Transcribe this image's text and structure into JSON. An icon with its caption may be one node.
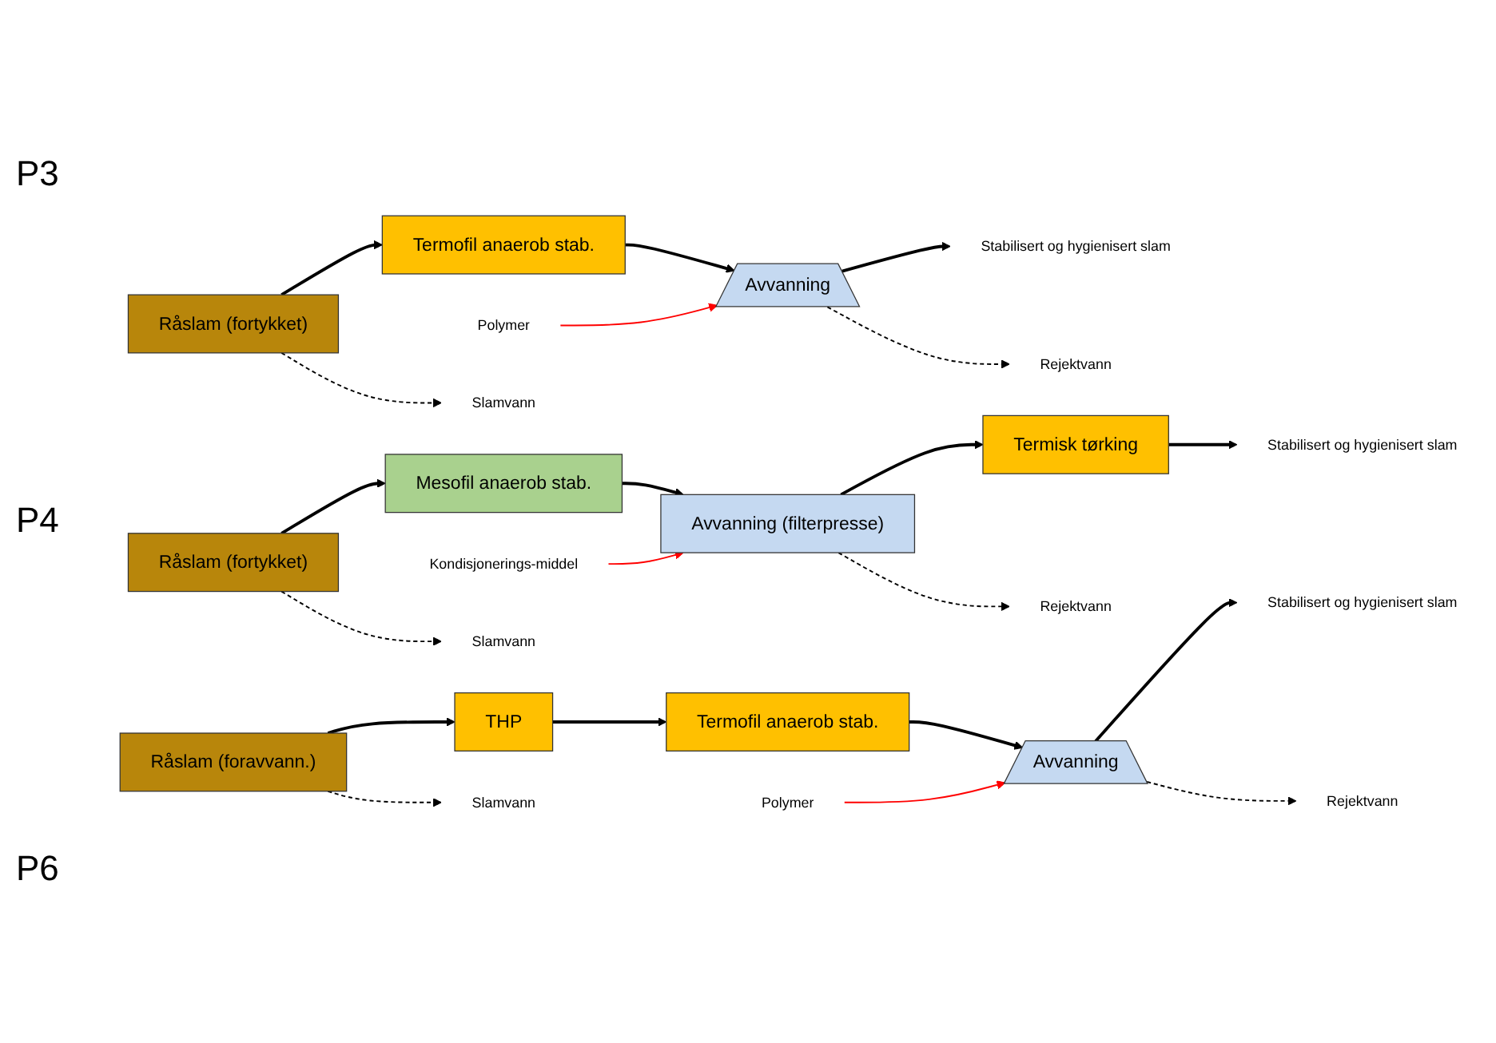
{
  "diagram": {
    "nodes": [
      {
        "text": [
          "Råslam (fortykket)"
        ]
      },
      {
        "text": [
          "Termofil anaerob stab."
        ]
      },
      {
        "text": [
          "Polymer"
        ]
      },
      {
        "text": [
          "Avvanning"
        ]
      },
      {
        "text": [
          "Stabilisert og hygienisert slam"
        ]
      },
      {
        "text": [
          "Slamvann"
        ]
      },
      {
        "text": [
          "Rejektvann"
        ]
      },
      {
        "text": [
          "Råslam (fortykket)"
        ]
      },
      {
        "text": [
          "Mesofil anaerob stab."
        ]
      },
      {
        "text": [
          "Kondisjonerings-middel"
        ]
      },
      {
        "text": [
          "Avvanning (filterpresse)"
        ]
      },
      {
        "text": [
          "Termisk tørking"
        ]
      },
      {
        "text": [
          "Stabilisert og hygienisert slam"
        ]
      },
      {
        "text": [
          "Slamvann"
        ]
      },
      {
        "text": [
          "Rejektvann"
        ]
      },
      {
        "text": [
          "Råslam (foravvann.)"
        ]
      },
      {
        "text": [
          "THP"
        ]
      },
      {
        "text": [
          "Termofil anaerob stab."
        ]
      },
      {
        "text": [
          "Polymer"
        ]
      },
      {
        "text": [
          "Avvanning"
        ]
      },
      {
        "text": [
          "Stabilisert og hygienisert slam"
        ]
      },
      {
        "text": [
          "Slamvann"
        ]
      },
      {
        "text": [
          "Rejektvann"
        ]
      }
    ],
    "edges": [
      {
        "from": 0,
        "to": 1,
        "arrow": "to"
      },
      {
        "from": 1,
        "to": 3,
        "arrow": "to"
      },
      {
        "from": 2,
        "to": 3,
        "arrow": "to",
        "color": "#ff0000"
      },
      {
        "from": 3,
        "to": 4,
        "arrow": "to"
      },
      {
        "from": 0,
        "to": 5,
        "arrow": "to",
        "style": "dashed"
      },
      {
        "from": 3,
        "to": 6,
        "arrow": "to",
        "style": "dashed"
      },
      {
        "from": 7,
        "to": 8,
        "arrow": "to"
      },
      {
        "from": 8,
        "to": 10,
        "arrow": "to"
      },
      {
        "from": 9,
        "to": 10,
        "arrow": "to",
        "color": "#ff0000"
      },
      {
        "from": 10,
        "to": 11,
        "arrow": "to"
      },
      {
        "from": 11,
        "to": 12,
        "arrow": "to"
      },
      {
        "from": 7,
        "to": 13,
        "arrow": "to",
        "style": "dashed"
      },
      {
        "from": 10,
        "to": 14,
        "arrow": "to",
        "style": "dashed"
      },
      {
        "from": 15,
        "to": 16,
        "arrow": "to"
      },
      {
        "from": 16,
        "to": 17,
        "arrow": "to"
      },
      {
        "from": 17,
        "to": 19,
        "arrow": "to"
      },
      {
        "from": 18,
        "to": 19,
        "arrow": "to",
        "color": "#ff0000"
      },
      {
        "from": 19,
        "to": 20,
        "arrow": "to"
      },
      {
        "from": 15,
        "to": 21,
        "arrow": "to",
        "style": "dashed"
      },
      {
        "from": 19,
        "to": 22,
        "arrow": "to",
        "style": "dashed"
      }
    ],
    "labels": [
      "P3",
      "P4",
      "P6"
    ]
  }
}
